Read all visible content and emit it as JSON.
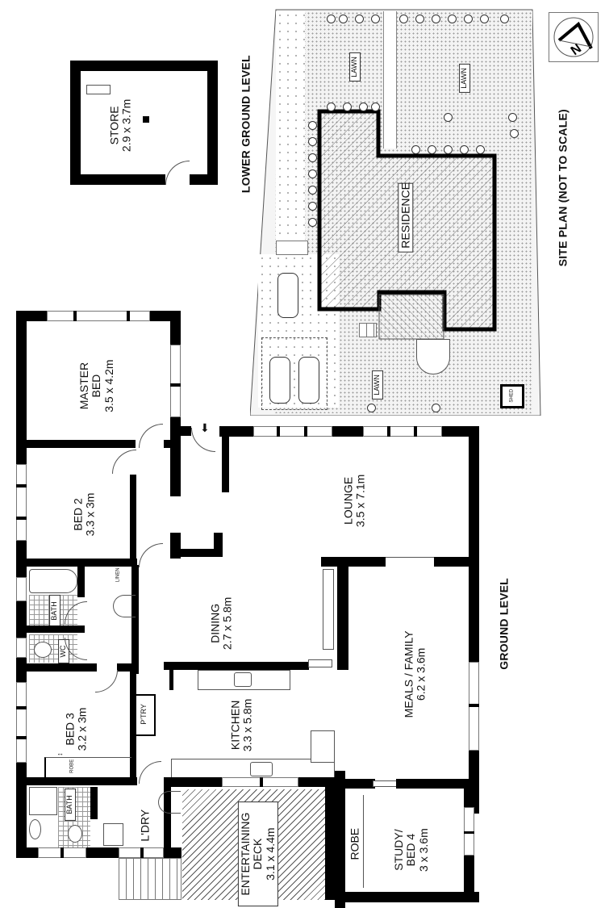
{
  "levels": {
    "lower_ground": "LOWER GROUND LEVEL",
    "ground": "GROUND LEVEL",
    "site_plan": "SITE PLAN   (NOT TO SCALE)"
  },
  "lower_ground_rooms": [
    {
      "name": "STORE",
      "size": "2.9 x 3.7m"
    }
  ],
  "site_plan": {
    "residence": "RESIDENCE",
    "lawn_labels": [
      "LAWN",
      "LAWN",
      "LAWN"
    ],
    "shed": "SHED",
    "compass": "N"
  },
  "ground_rooms": {
    "master_bed": {
      "name": "MASTER",
      "name2": "BED",
      "size": "3.5 x 4.2m"
    },
    "bed2": {
      "name": "BED 2",
      "size": "3.3 x 3m"
    },
    "lounge": {
      "name": "LOUNGE",
      "size": "3.5 x 7.1m"
    },
    "dining": {
      "name": "DINING",
      "size": "2.7 x 5.8m"
    },
    "bath1": {
      "name": "BATH"
    },
    "wc": {
      "name": "WC"
    },
    "linen": {
      "name": "LINEN"
    },
    "bed3": {
      "name": "BED 3",
      "size": "3.2 x 3m"
    },
    "robe_bed3": {
      "name": "ROBE"
    },
    "pantry": {
      "name": "P'TRY"
    },
    "kitchen": {
      "name": "KITCHEN",
      "size": "3.3 x 5.8m"
    },
    "meals_family": {
      "name": "MEALS / FAMILY",
      "size": "6.2 x 3.6m"
    },
    "bath2": {
      "name": "BATH"
    },
    "laundry": {
      "name": "L'DRY"
    },
    "deck": {
      "name": "ENTERTAINING",
      "name2": "DECK",
      "size": "3.1 x 4.4m"
    },
    "robe_study": {
      "name": "ROBE"
    },
    "study": {
      "name": "STUDY/",
      "name2": "BED 4",
      "size": "3 x 3.6m"
    }
  }
}
